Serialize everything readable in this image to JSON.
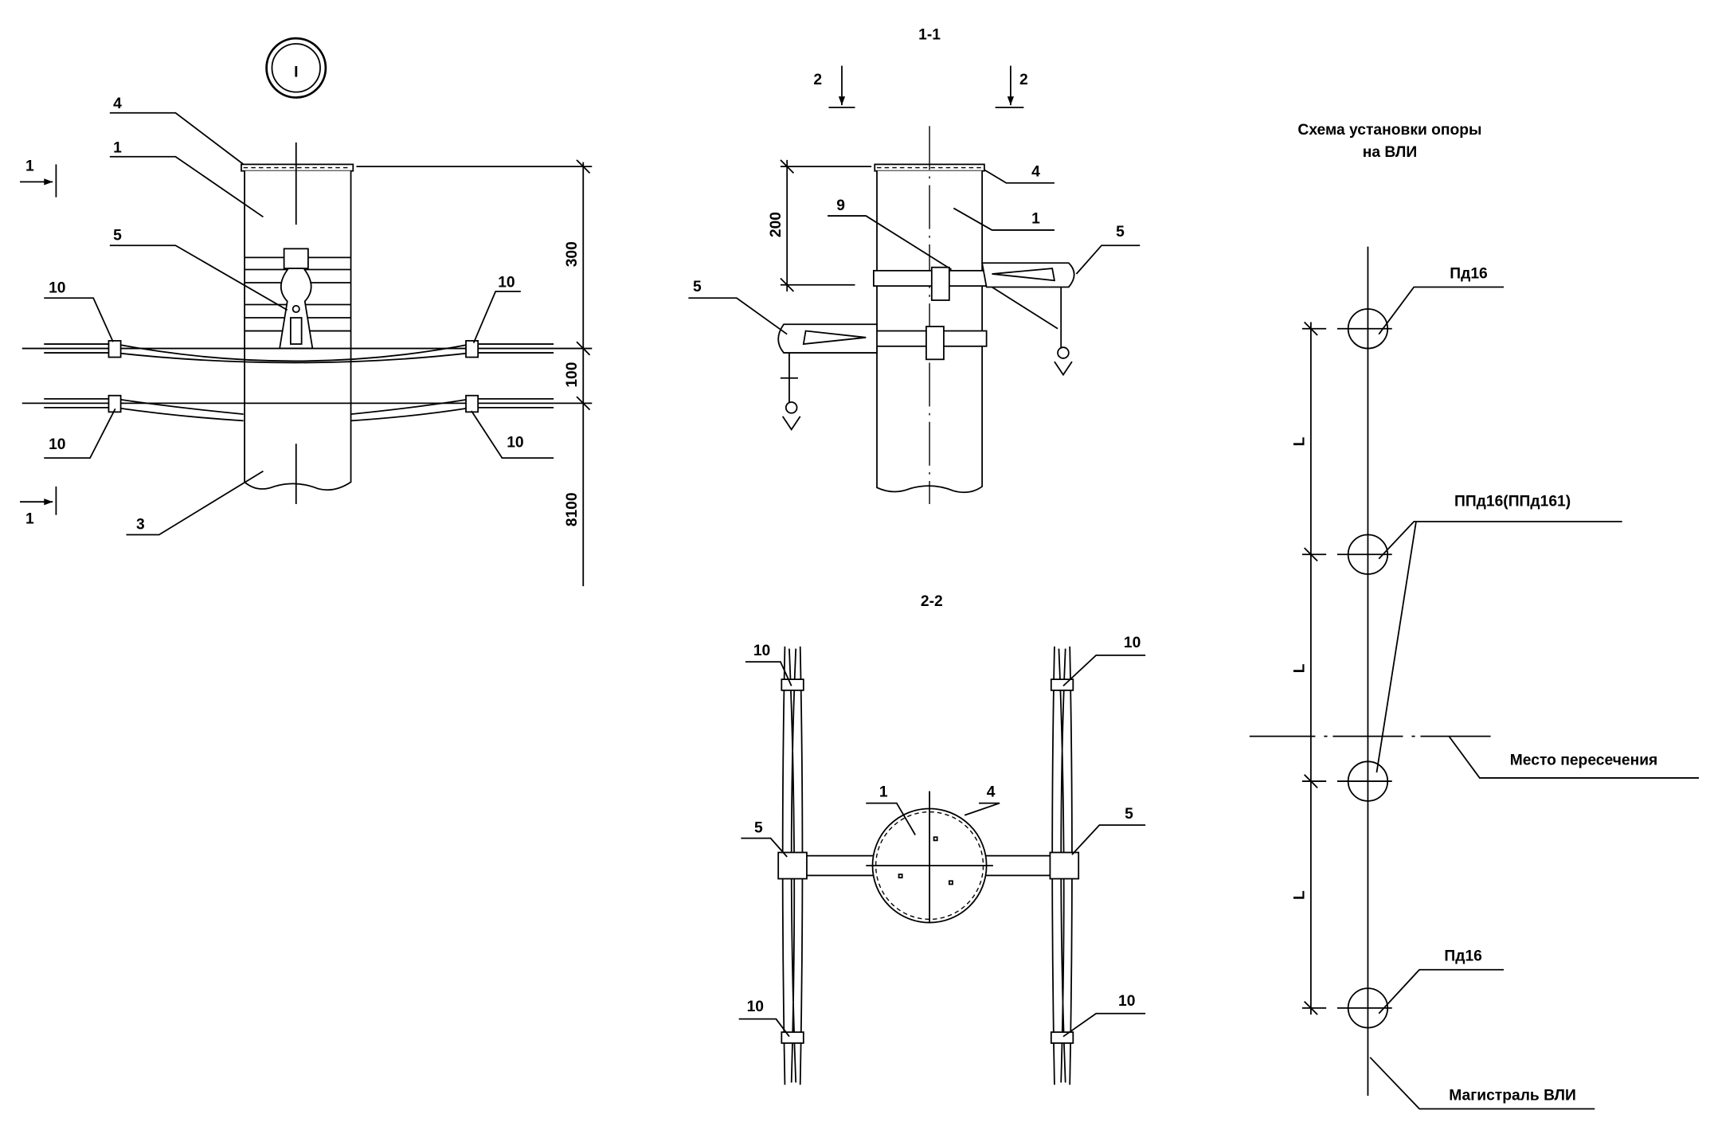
{
  "view_main": {
    "marker": "I",
    "labels": {
      "cap": "4",
      "pole_top": "1",
      "bracket": "5",
      "clamp_ul": "10",
      "clamp_ur": "10",
      "clamp_ll": "10",
      "clamp_lr": "10",
      "pole": "3"
    },
    "section_marks": [
      "1",
      "1"
    ],
    "dims": [
      "300",
      "100",
      "8100"
    ]
  },
  "view_1_1": {
    "title": "1-1",
    "section_marks": [
      "2",
      "2"
    ],
    "labels": {
      "cap": "4",
      "pole_top": "1",
      "band": "9",
      "bracket_r": "5",
      "bracket_l": "5"
    },
    "dims": [
      "200"
    ]
  },
  "view_2_2": {
    "title": "2-2",
    "labels": {
      "clamp_tl": "10",
      "clamp_tr": "10",
      "bracket_l": "5",
      "bracket_r": "5",
      "pole_top": "1",
      "cap": "4",
      "clamp_bl": "10",
      "clamp_br": "10"
    }
  },
  "scheme": {
    "title_line1": "Схема установки опоры",
    "title_line2": "на ВЛИ",
    "support_top": "Пд16",
    "support_mid": "ППд16(ППд161)",
    "crossing": "Место пересечения",
    "support_bottom": "Пд16",
    "main_line": "Магистраль ВЛИ",
    "spans": [
      "L",
      "L",
      "L"
    ]
  }
}
